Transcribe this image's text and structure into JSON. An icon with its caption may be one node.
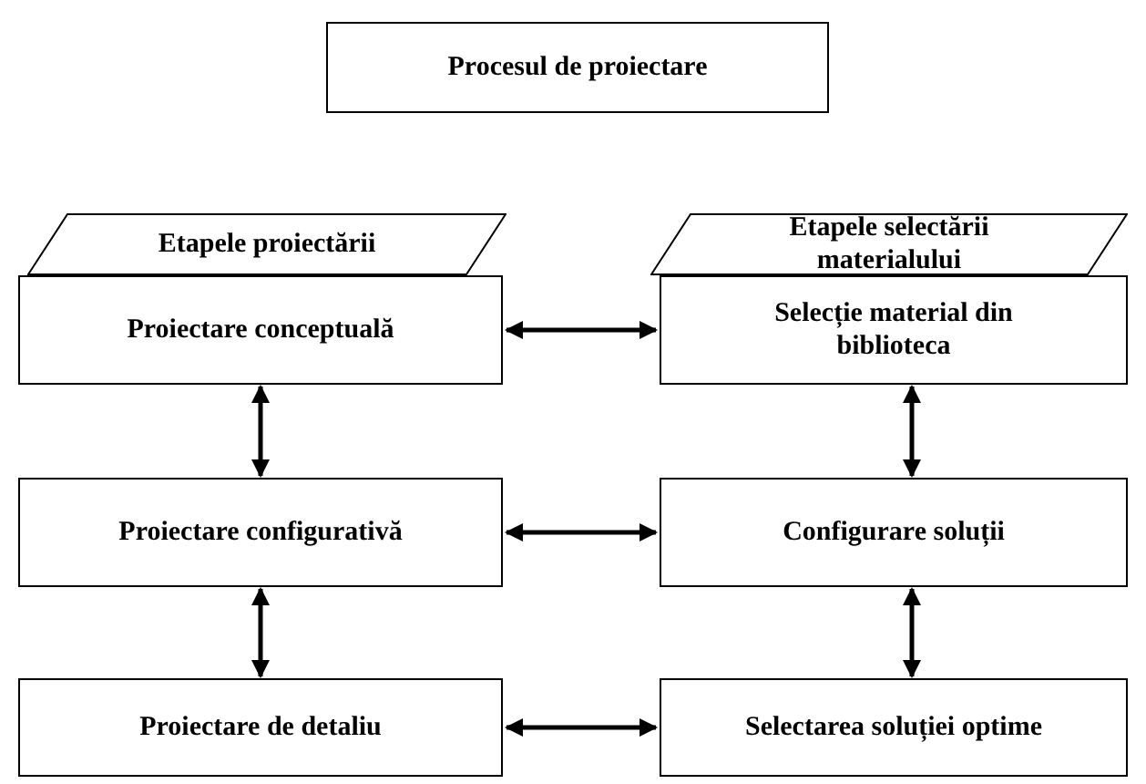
{
  "diagram": {
    "nodes": [
      {
        "text": [
          "Procesul de proiectare"
        ]
      },
      {
        "text": [
          "Etapele proiectării"
        ]
      },
      {
        "text": [
          "Etapele selectării materialului"
        ]
      },
      {
        "text": [
          "Proiectare conceptuală"
        ]
      },
      {
        "text": [
          "Selecție material din biblioteca"
        ]
      },
      {
        "text": [
          "Proiectare configurativă"
        ]
      },
      {
        "text": [
          "Configurare soluții"
        ]
      },
      {
        "text": [
          "Proiectare de detaliu"
        ]
      },
      {
        "text": [
          "Selectarea soluției optime"
        ]
      }
    ],
    "edges": [
      {
        "from": 3,
        "to": 4,
        "arrow": "both"
      },
      {
        "from": 3,
        "to": 5,
        "arrow": "both"
      },
      {
        "from": 4,
        "to": 6,
        "arrow": "both"
      },
      {
        "from": 5,
        "to": 6,
        "arrow": "both"
      },
      {
        "from": 5,
        "to": 7,
        "arrow": "both"
      },
      {
        "from": 6,
        "to": 8,
        "arrow": "both"
      },
      {
        "from": 7,
        "to": 8,
        "arrow": "both"
      }
    ]
  }
}
